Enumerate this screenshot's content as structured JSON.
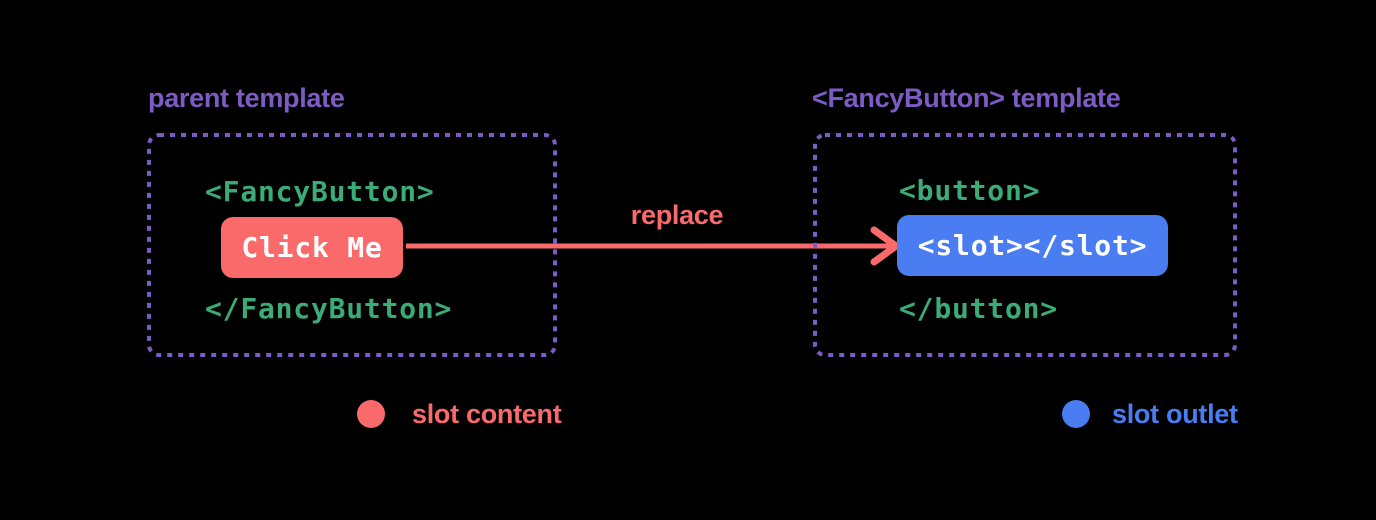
{
  "colors": {
    "background": "#000000",
    "purple": "#7c5cc4",
    "green": "#3bab77",
    "red": "#fb6a6a",
    "blue": "#4a7cf2",
    "code_text_on_fill": "#ffffff"
  },
  "parent_panel": {
    "title": "parent template",
    "open_tag": "<FancyButton>",
    "button_label": "Click Me",
    "close_tag": "</FancyButton>"
  },
  "arrow": {
    "label": "replace"
  },
  "fancybutton_panel": {
    "title": "<FancyButton> template",
    "open_tag": "<button>",
    "slot_tag": "<slot></slot>",
    "close_tag": "</button>"
  },
  "legend": [
    {
      "label": "slot content",
      "color": "#fb6a6a"
    },
    {
      "label": "slot outlet",
      "color": "#4a7cf2"
    }
  ]
}
